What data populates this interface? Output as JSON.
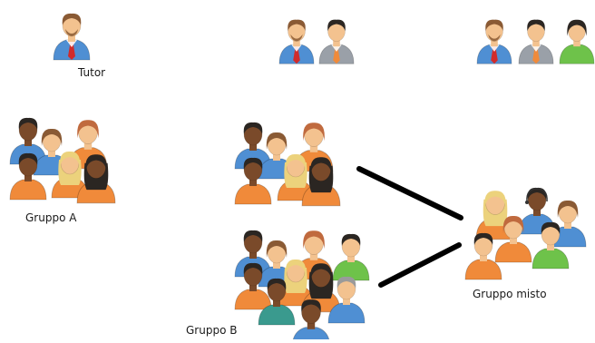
{
  "labels": {
    "tutor": "Tutor",
    "group_a": "Gruppo A",
    "group_b": "Gruppo B",
    "group_mixed": "Gruppo misto"
  },
  "colors": {
    "skin_light": "#f3c28f",
    "skin_dark": "#7a4a2a",
    "hair_brown": "#8a5a34",
    "hair_dark": "#2b2622",
    "hair_blond": "#ecd27c",
    "hair_red": "#c06a3e",
    "shirt_orange": "#f08a3a",
    "shirt_blue": "#4f8fd3",
    "shirt_green": "#6ec24a",
    "shirt_grey": "#9aa0a8",
    "tie_red": "#d12b2b",
    "connector": "#000000"
  },
  "groups": [
    {
      "id": "tutor",
      "members": [
        "tutor-male",
        "tutor-suit"
      ]
    },
    {
      "id": "group_a",
      "members": [
        "student-dark-hair-blue",
        "student-brown-hair-blue",
        "student-brown-hair-orange",
        "student-dark-skin-orange",
        "student-blond-orange",
        "student-long-dark-hair-orange"
      ]
    },
    {
      "id": "group_b",
      "members": [
        "student-a-copy",
        "student-green-shirt",
        "student-dark-skin-teal",
        "student-grey-hair-blue",
        "student-dark-skin-blue"
      ]
    },
    {
      "id": "group_mixed",
      "members": [
        "student-blond-orange",
        "student-headset-blue",
        "student-brown-hair-blue",
        "student-brown-hair-orange",
        "student-green-shirt",
        "student-dark-hair-orange"
      ]
    }
  ]
}
